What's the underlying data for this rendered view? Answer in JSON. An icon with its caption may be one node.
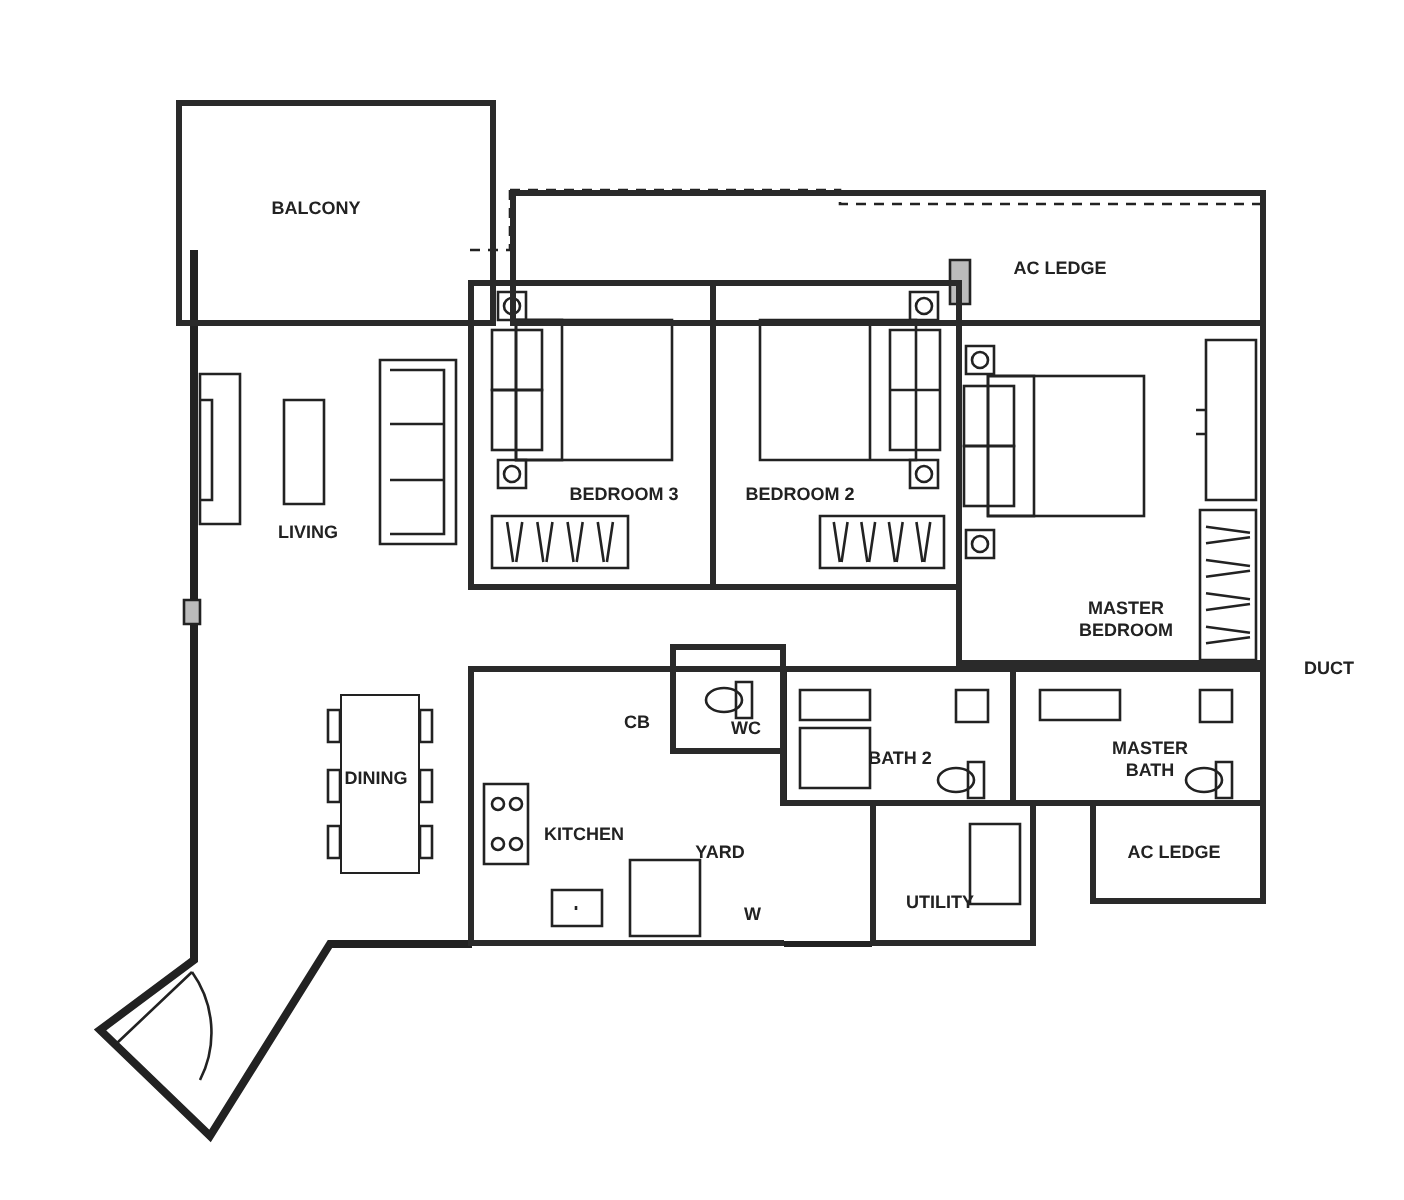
{
  "diagram": {
    "nodes": [
      {
        "text": [
          "BALCONY"
        ]
      },
      {
        "text": [
          "AC LEDGE"
        ]
      },
      {
        "text": [
          "LIVING"
        ]
      },
      {
        "text": [
          "BEDROOM 3"
        ]
      },
      {
        "text": [
          "BEDROOM 2"
        ]
      },
      {
        "text": [
          "MASTER BEDROOM"
        ]
      },
      {
        "text": [
          "DINING"
        ],
        "in": 2
      },
      {
        "text": [
          "WC"
        ]
      },
      {
        "text": [
          "BATH 2"
        ]
      },
      {
        "text": [
          "MASTER BATH"
        ]
      },
      {
        "text": [
          "KITCHEN"
        ]
      },
      {
        "text": [
          "YARD"
        ],
        "in": 10
      },
      {
        "text": [
          "UTILITY"
        ]
      },
      {
        "text": [
          "AC LEDGE"
        ]
      }
    ],
    "labels": [
      "CB",
      "W",
      "DUCT"
    ]
  }
}
